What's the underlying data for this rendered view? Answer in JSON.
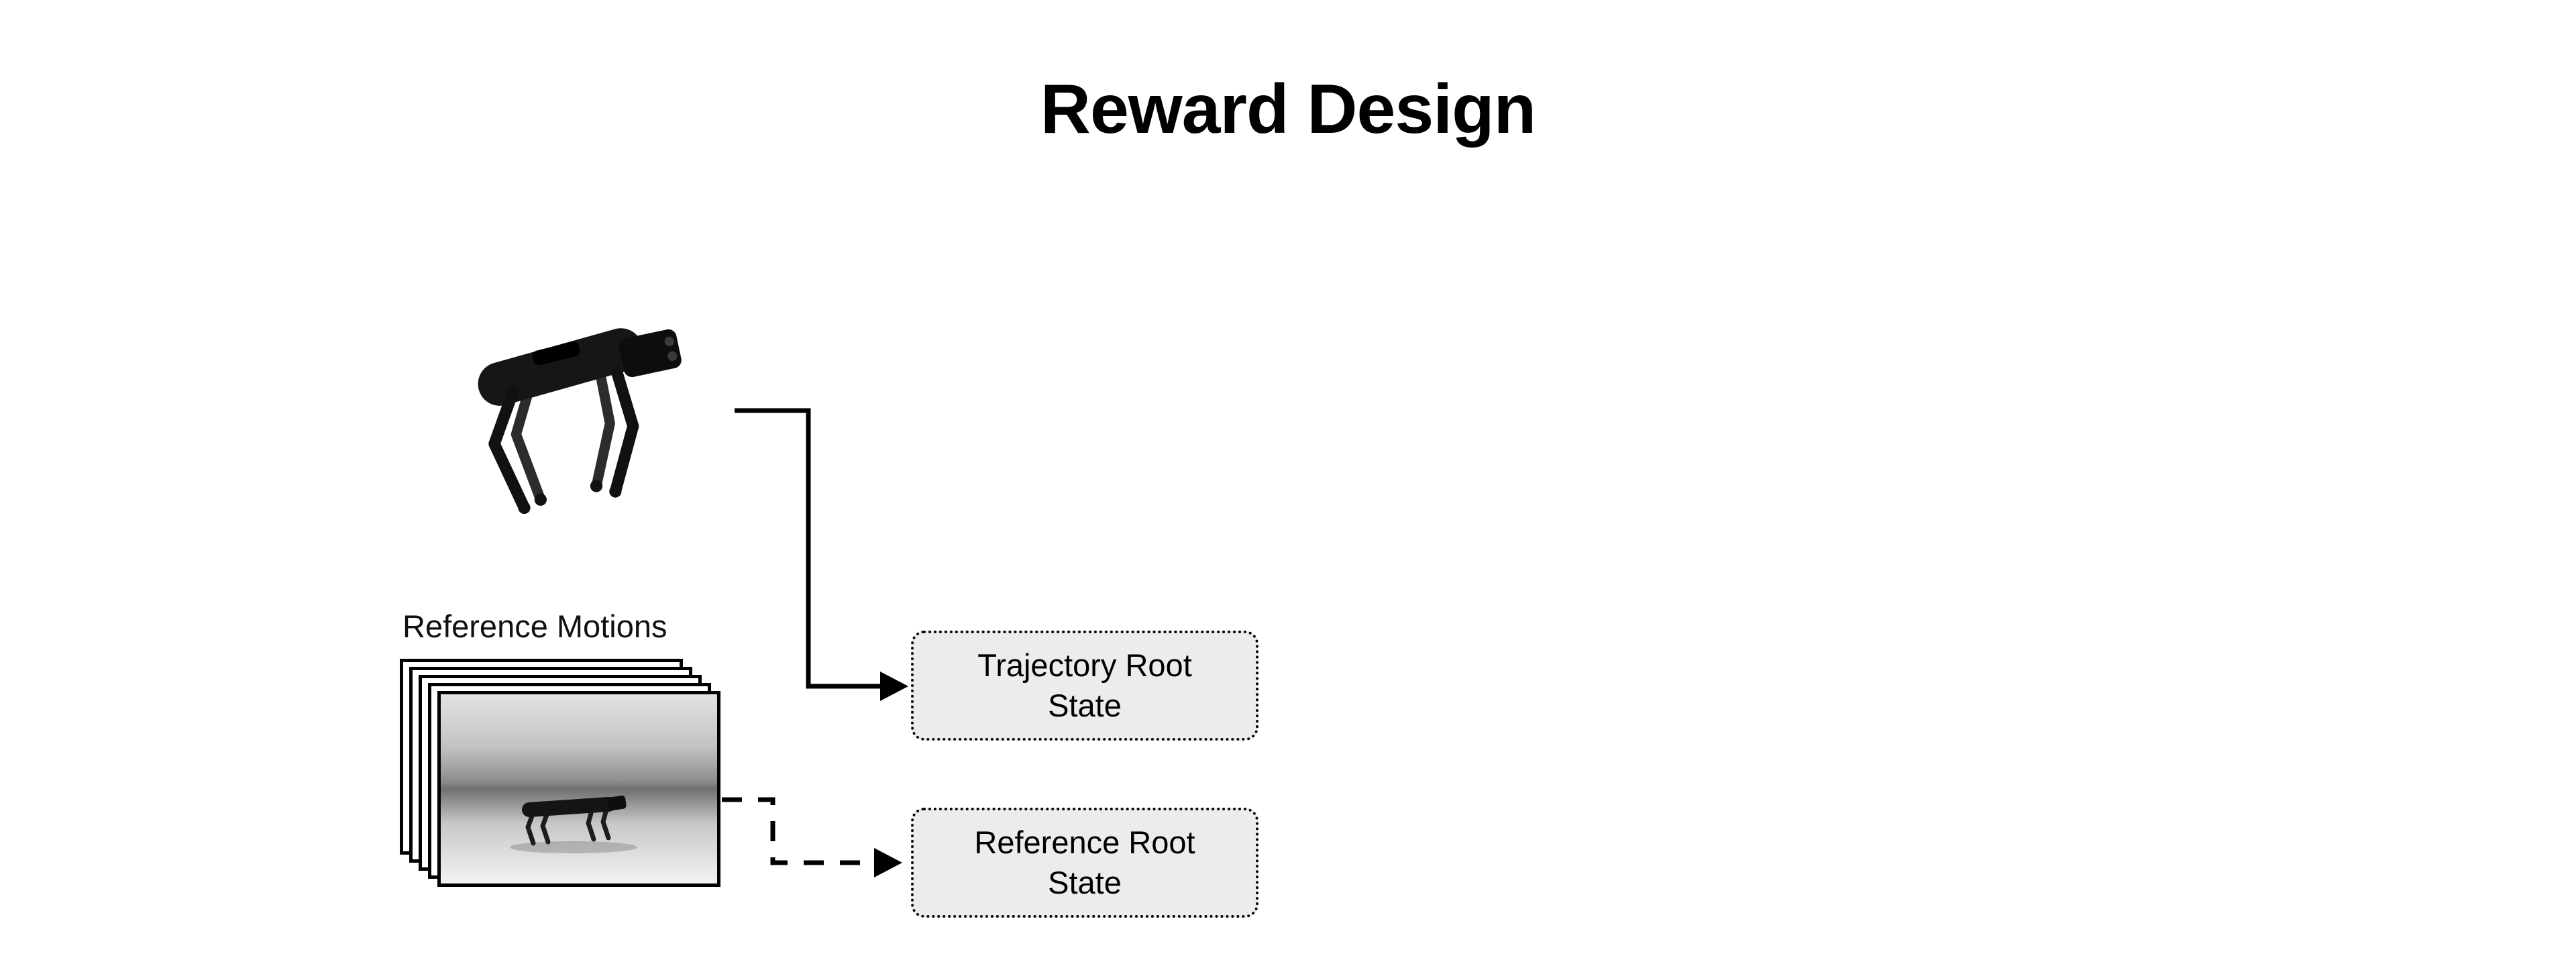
{
  "title": "Reward Design",
  "diagram": {
    "reference_motions_label": "Reference Motions",
    "boxes": {
      "trajectory_root_state": "Trajectory Root State",
      "reference_root_state": "Reference Root State"
    },
    "icons": {
      "robot": "robot-dog-photo",
      "frames": "stacked-reference-motion-frames",
      "solid_arrow": "solid-arrow-connector",
      "dashed_arrow": "dashed-arrow-connector"
    },
    "colors": {
      "background": "#ffffff",
      "text": "#000000",
      "box_fill": "#ececec",
      "box_border": "#000000",
      "connector": "#000000"
    }
  }
}
